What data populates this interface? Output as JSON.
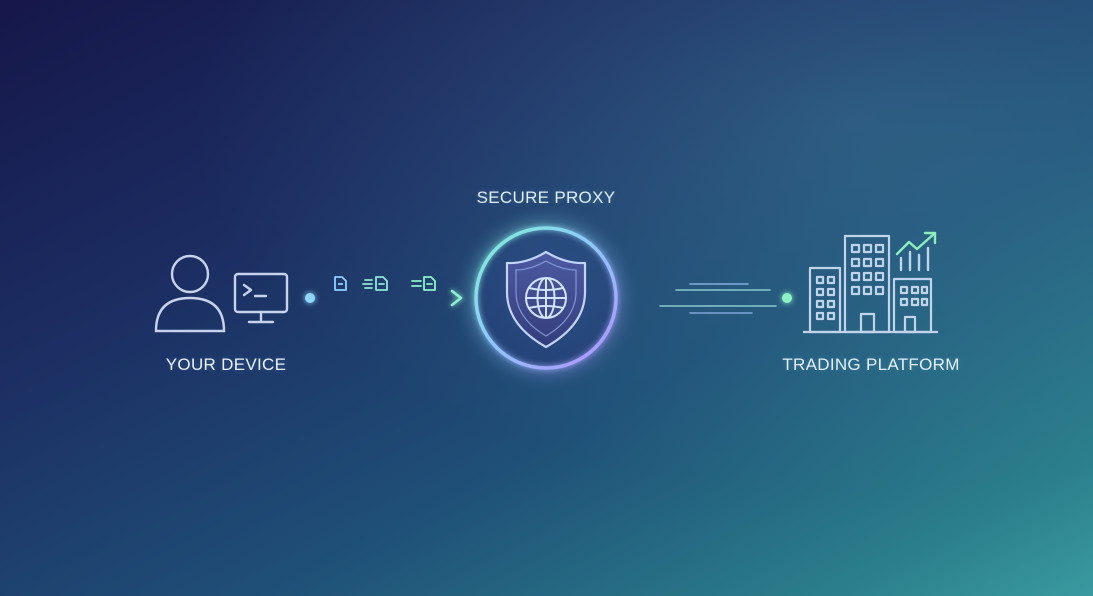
{
  "labels": {
    "device": "YOUR DEVICE",
    "proxy": "SECURE PROXY",
    "platform": "TRADING PLATFORM"
  },
  "colors": {
    "icon_stroke": "#c7d3ec",
    "flow_blue": "#7fd1ff",
    "flow_green": "#8cf5c5",
    "ring_violet": "#b48cff",
    "shield_fill": "#3b3f86",
    "growth_arrow": "#8ff0b8"
  },
  "icons": {
    "user": "user-icon",
    "terminal": "terminal-icon",
    "data_packet": "document-icon",
    "shield": "shield-icon",
    "globe": "globe-icon",
    "buildings": "buildings-icon",
    "bar_chart": "bar-chart-icon",
    "trend_arrow": "trend-up-arrow-icon"
  }
}
